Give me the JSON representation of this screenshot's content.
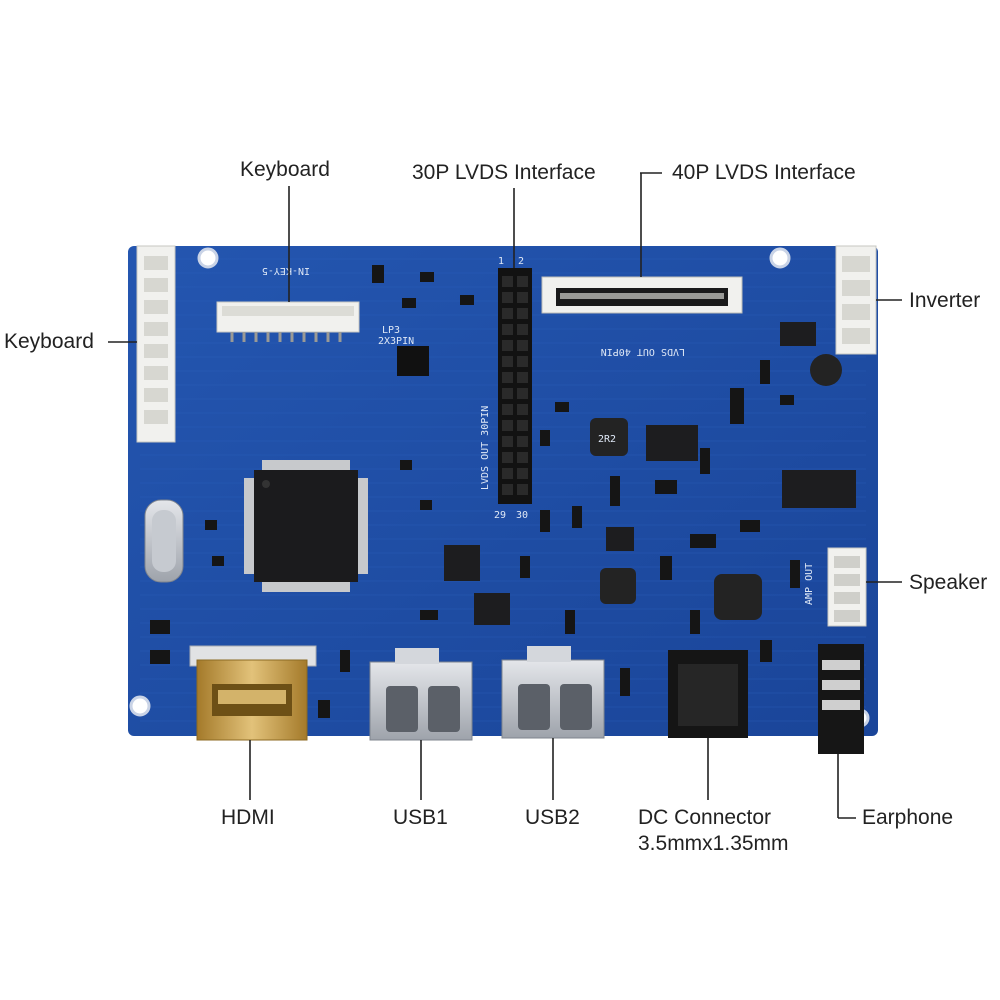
{
  "labels": {
    "keyboard_top": "Keyboard",
    "lvds30": "30P LVDS Interface",
    "lvds40": "40P LVDS Interface",
    "keyboard_left": "Keyboard",
    "inverter": "Inverter",
    "speaker": "Speaker",
    "hdmi": "HDMI",
    "usb1": "USB1",
    "usb2": "USB2",
    "dc_line1": "DC Connector",
    "dc_line2": "3.5mmx1.35mm",
    "earphone": "Earphone"
  },
  "silkscreen": {
    "key_in": "IN-KEY-5",
    "lvds_out_30pin": "LVDS OUT 30PIN",
    "lvds_out_40pin": "LVDS OUT 40PIN",
    "amp_out": "AMP OUT",
    "pin_1": "1",
    "pin_2": "2",
    "pin_29": "29",
    "pin_30": "30",
    "lp3": "LP3",
    "two_x3pin": "2X3PIN",
    "inductor_2r2": "2R2"
  },
  "colors": {
    "pcb": "#1f4fa6",
    "pcb_dark": "#173e86",
    "leader_line": "#222222",
    "connector_white": "#f1f1ee",
    "hdmi_gold": "#c9a04a"
  }
}
